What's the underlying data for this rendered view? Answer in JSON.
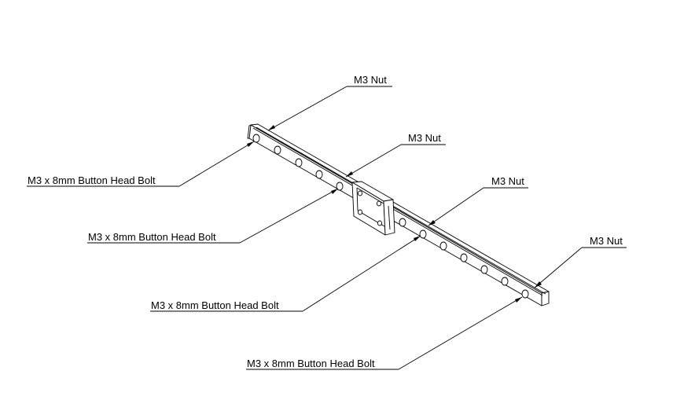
{
  "callouts": [
    {
      "id": "nut-1",
      "label": "M3 Nut"
    },
    {
      "id": "nut-2",
      "label": "M3 Nut"
    },
    {
      "id": "nut-3",
      "label": "M3 Nut"
    },
    {
      "id": "nut-4",
      "label": "M3 Nut"
    },
    {
      "id": "bolt-1",
      "label": "M3 x 8mm Button Head Bolt"
    },
    {
      "id": "bolt-2",
      "label": "M3 x 8mm Button Head Bolt"
    },
    {
      "id": "bolt-3",
      "label": "M3 x 8mm Button Head Bolt"
    },
    {
      "id": "bolt-4",
      "label": "M3 x 8mm Button Head Bolt"
    }
  ],
  "colors": {
    "line": "#000000",
    "background": "#ffffff"
  }
}
